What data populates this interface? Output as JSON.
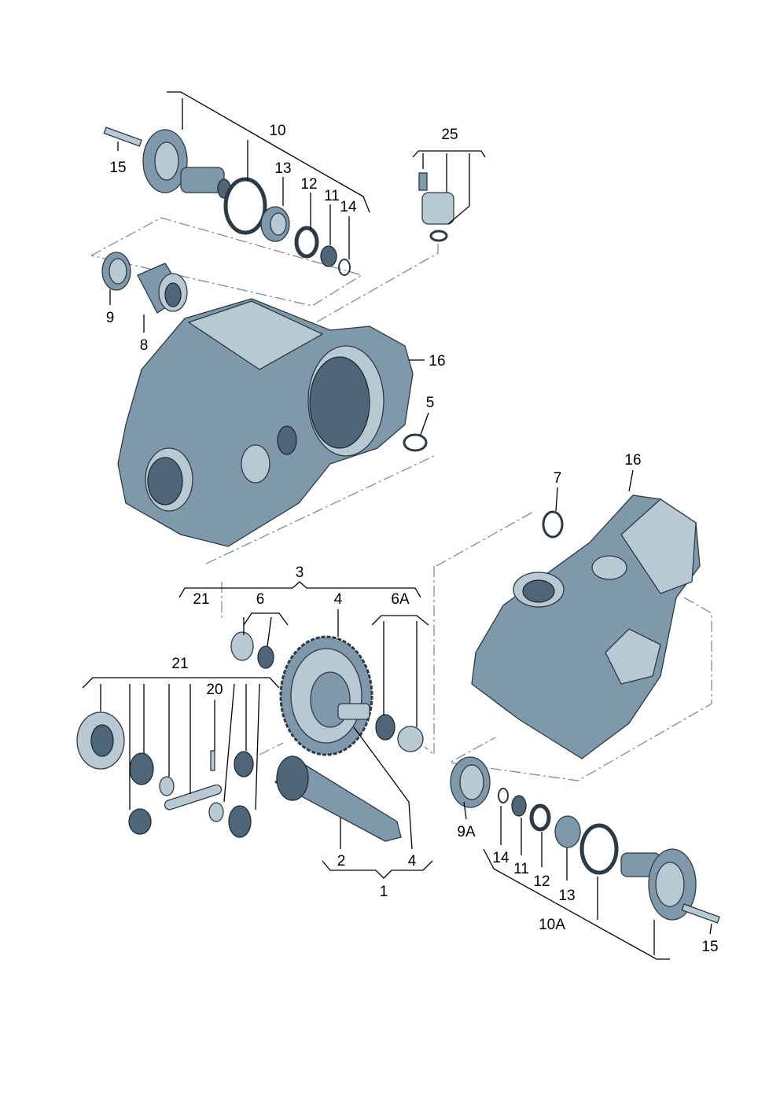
{
  "diagram": {
    "labels": {
      "l10": "10",
      "l15a": "15",
      "l13a": "13",
      "l12a": "12",
      "l11a": "11",
      "l14a": "14",
      "l25": "25",
      "l9": "9",
      "l8": "8",
      "l16a": "16",
      "l5": "5",
      "l16b": "16",
      "l7": "7",
      "l3": "3",
      "l21a": "21",
      "l6": "6",
      "l4a": "4",
      "l6A": "6A",
      "l21b": "21",
      "l20": "20",
      "l2": "2",
      "l4b": "4",
      "l1": "1",
      "l9A": "9A",
      "l14b": "14",
      "l11b": "11",
      "l12b": "12",
      "l13b": "13",
      "l10A": "10A",
      "l15b": "15"
    }
  }
}
